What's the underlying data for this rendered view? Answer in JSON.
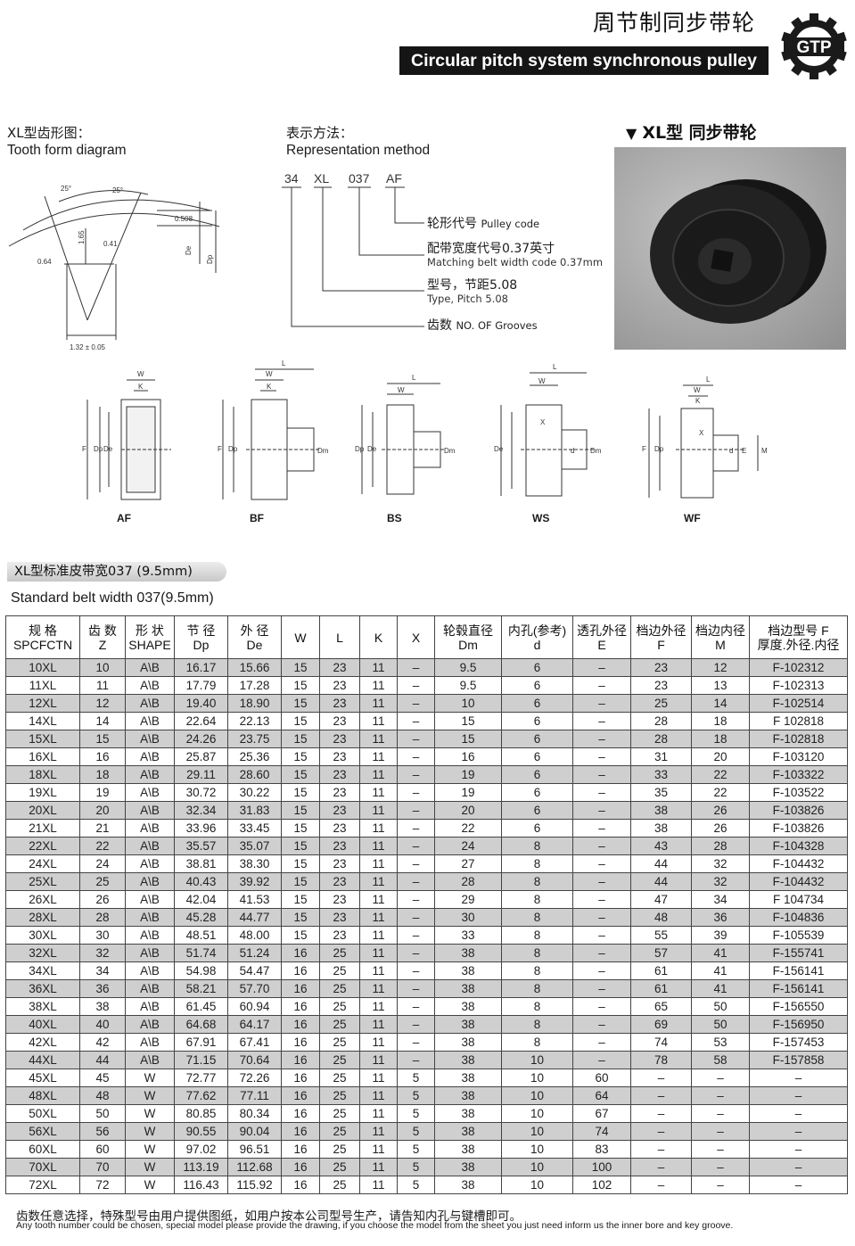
{
  "header": {
    "title_cn": "周节制同步带轮",
    "title_en": "Circular pitch system synchronous pulley",
    "logo_text": "GTP"
  },
  "tooth_form": {
    "label_cn": "XL型齿形图：",
    "label_en": "Tooth form diagram",
    "dims": {
      "angle_left": "25°",
      "angle_right": "25°",
      "top_gap": "0.508",
      "height": "1.65",
      "radius_tip": "0.41",
      "radius_root": "0.64",
      "width": "1.32 ± 0.05",
      "de": "De",
      "dp": "Dp"
    }
  },
  "representation": {
    "label_cn": "表示方法：",
    "label_en": "Representation method",
    "code_parts": [
      "34",
      "XL",
      "037",
      "AF"
    ],
    "items": [
      {
        "cn": "轮形代号",
        "en": "Pulley code"
      },
      {
        "cn": "配带宽度代号0.37英寸",
        "en": "Matching belt width code 0.37mm"
      },
      {
        "cn": "型号，节距5.08",
        "en": "Type, Pitch 5.08"
      },
      {
        "cn": "齿数",
        "en": "NO. OF Grooves"
      }
    ]
  },
  "photo": {
    "title": "XL型  同步带轮"
  },
  "pulley_types": [
    "AF",
    "BF",
    "BS",
    "WS",
    "WF"
  ],
  "drawing_letters": {
    "W": "W",
    "K": "K",
    "L": "L",
    "X": "X",
    "F": "F",
    "Dp": "Dp",
    "De": "De",
    "Dm": "Dm",
    "d": "d",
    "E": "E",
    "M": "M"
  },
  "section": {
    "tab_cn": "XL型标准皮带宽037 (9.5mm)",
    "title_en": "Standard belt width 037(9.5mm)"
  },
  "table": {
    "headers": [
      {
        "top": "规 格",
        "bottom": "SPCFCTN"
      },
      {
        "top": "齿 数",
        "bottom": "Z"
      },
      {
        "top": "形 状",
        "bottom": "SHAPE"
      },
      {
        "top": "节 径",
        "bottom": "Dp"
      },
      {
        "top": "外 径",
        "bottom": "De"
      },
      {
        "top": "W",
        "bottom": ""
      },
      {
        "top": "L",
        "bottom": ""
      },
      {
        "top": "K",
        "bottom": ""
      },
      {
        "top": "X",
        "bottom": ""
      },
      {
        "top": "轮毂直径",
        "bottom": "Dm"
      },
      {
        "top": "内孔(参考)",
        "bottom": "d"
      },
      {
        "top": "透孔外径",
        "bottom": "E"
      },
      {
        "top": "档边外径",
        "bottom": "F"
      },
      {
        "top": "档边内径",
        "bottom": "M"
      },
      {
        "top": "档边型号   F",
        "bottom": "厚度.外径.内径"
      }
    ],
    "rows": [
      [
        "10XL",
        "10",
        "A\\B",
        "16.17",
        "15.66",
        "15",
        "23",
        "11",
        "–",
        "9.5",
        "6",
        "–",
        "23",
        "12",
        "F-102312"
      ],
      [
        "11XL",
        "11",
        "A\\B",
        "17.79",
        "17.28",
        "15",
        "23",
        "11",
        "–",
        "9.5",
        "6",
        "–",
        "23",
        "13",
        "F-102313"
      ],
      [
        "12XL",
        "12",
        "A\\B",
        "19.40",
        "18.90",
        "15",
        "23",
        "11",
        "–",
        "10",
        "6",
        "–",
        "25",
        "14",
        "F-102514"
      ],
      [
        "14XL",
        "14",
        "A\\B",
        "22.64",
        "22.13",
        "15",
        "23",
        "11",
        "–",
        "15",
        "6",
        "–",
        "28",
        "18",
        "F 102818"
      ],
      [
        "15XL",
        "15",
        "A\\B",
        "24.26",
        "23.75",
        "15",
        "23",
        "11",
        "–",
        "15",
        "6",
        "–",
        "28",
        "18",
        "F-102818"
      ],
      [
        "16XL",
        "16",
        "A\\B",
        "25.87",
        "25.36",
        "15",
        "23",
        "11",
        "–",
        "16",
        "6",
        "–",
        "31",
        "20",
        "F-103120"
      ],
      [
        "18XL",
        "18",
        "A\\B",
        "29.11",
        "28.60",
        "15",
        "23",
        "11",
        "–",
        "19",
        "6",
        "–",
        "33",
        "22",
        "F-103322"
      ],
      [
        "19XL",
        "19",
        "A\\B",
        "30.72",
        "30.22",
        "15",
        "23",
        "11",
        "–",
        "19",
        "6",
        "–",
        "35",
        "22",
        "F-103522"
      ],
      [
        "20XL",
        "20",
        "A\\B",
        "32.34",
        "31.83",
        "15",
        "23",
        "11",
        "–",
        "20",
        "6",
        "–",
        "38",
        "26",
        "F-103826"
      ],
      [
        "21XL",
        "21",
        "A\\B",
        "33.96",
        "33.45",
        "15",
        "23",
        "11",
        "–",
        "22",
        "6",
        "–",
        "38",
        "26",
        "F-103826"
      ],
      [
        "22XL",
        "22",
        "A\\B",
        "35.57",
        "35.07",
        "15",
        "23",
        "11",
        "–",
        "24",
        "8",
        "–",
        "43",
        "28",
        "F-104328"
      ],
      [
        "24XL",
        "24",
        "A\\B",
        "38.81",
        "38.30",
        "15",
        "23",
        "11",
        "–",
        "27",
        "8",
        "–",
        "44",
        "32",
        "F-104432"
      ],
      [
        "25XL",
        "25",
        "A\\B",
        "40.43",
        "39.92",
        "15",
        "23",
        "11",
        "–",
        "28",
        "8",
        "–",
        "44",
        "32",
        "F-104432"
      ],
      [
        "26XL",
        "26",
        "A\\B",
        "42.04",
        "41.53",
        "15",
        "23",
        "11",
        "–",
        "29",
        "8",
        "–",
        "47",
        "34",
        "F 104734"
      ],
      [
        "28XL",
        "28",
        "A\\B",
        "45.28",
        "44.77",
        "15",
        "23",
        "11",
        "–",
        "30",
        "8",
        "–",
        "48",
        "36",
        "F-104836"
      ],
      [
        "30XL",
        "30",
        "A\\B",
        "48.51",
        "48.00",
        "15",
        "23",
        "11",
        "–",
        "33",
        "8",
        "–",
        "55",
        "39",
        "F-105539"
      ],
      [
        "32XL",
        "32",
        "A\\B",
        "51.74",
        "51.24",
        "16",
        "25",
        "11",
        "–",
        "38",
        "8",
        "–",
        "57",
        "41",
        "F-155741"
      ],
      [
        "34XL",
        "34",
        "A\\B",
        "54.98",
        "54.47",
        "16",
        "25",
        "11",
        "–",
        "38",
        "8",
        "–",
        "61",
        "41",
        "F-156141"
      ],
      [
        "36XL",
        "36",
        "A\\B",
        "58.21",
        "57.70",
        "16",
        "25",
        "11",
        "–",
        "38",
        "8",
        "–",
        "61",
        "41",
        "F-156141"
      ],
      [
        "38XL",
        "38",
        "A\\B",
        "61.45",
        "60.94",
        "16",
        "25",
        "11",
        "–",
        "38",
        "8",
        "–",
        "65",
        "50",
        "F-156550"
      ],
      [
        "40XL",
        "40",
        "A\\B",
        "64.68",
        "64.17",
        "16",
        "25",
        "11",
        "–",
        "38",
        "8",
        "–",
        "69",
        "50",
        "F-156950"
      ],
      [
        "42XL",
        "42",
        "A\\B",
        "67.91",
        "67.41",
        "16",
        "25",
        "11",
        "–",
        "38",
        "8",
        "–",
        "74",
        "53",
        "F-157453"
      ],
      [
        "44XL",
        "44",
        "A\\B",
        "71.15",
        "70.64",
        "16",
        "25",
        "11",
        "–",
        "38",
        "10",
        "–",
        "78",
        "58",
        "F-157858"
      ],
      [
        "45XL",
        "45",
        "W",
        "72.77",
        "72.26",
        "16",
        "25",
        "11",
        "5",
        "38",
        "10",
        "60",
        "–",
        "–",
        "–"
      ],
      [
        "48XL",
        "48",
        "W",
        "77.62",
        "77.11",
        "16",
        "25",
        "11",
        "5",
        "38",
        "10",
        "64",
        "–",
        "–",
        "–"
      ],
      [
        "50XL",
        "50",
        "W",
        "80.85",
        "80.34",
        "16",
        "25",
        "11",
        "5",
        "38",
        "10",
        "67",
        "–",
        "–",
        "–"
      ],
      [
        "56XL",
        "56",
        "W",
        "90.55",
        "90.04",
        "16",
        "25",
        "11",
        "5",
        "38",
        "10",
        "74",
        "–",
        "–",
        "–"
      ],
      [
        "60XL",
        "60",
        "W",
        "97.02",
        "96.51",
        "16",
        "25",
        "11",
        "5",
        "38",
        "10",
        "83",
        "–",
        "–",
        "–"
      ],
      [
        "70XL",
        "70",
        "W",
        "113.19",
        "112.68",
        "16",
        "25",
        "11",
        "5",
        "38",
        "10",
        "100",
        "–",
        "–",
        "–"
      ],
      [
        "72XL",
        "72",
        "W",
        "116.43",
        "115.92",
        "16",
        "25",
        "11",
        "5",
        "38",
        "10",
        "102",
        "–",
        "–",
        "–"
      ]
    ]
  },
  "footer": {
    "note_cn": "齿数任意选择，特殊型号由用户提供图纸，如用户按本公司型号生产，请告知内孔与键槽即可。",
    "note_en": "Any tooth number could be chosen, special model please provide the drawing, if you choose the model from the sheet you just need inform us the inner bore and key groove."
  }
}
